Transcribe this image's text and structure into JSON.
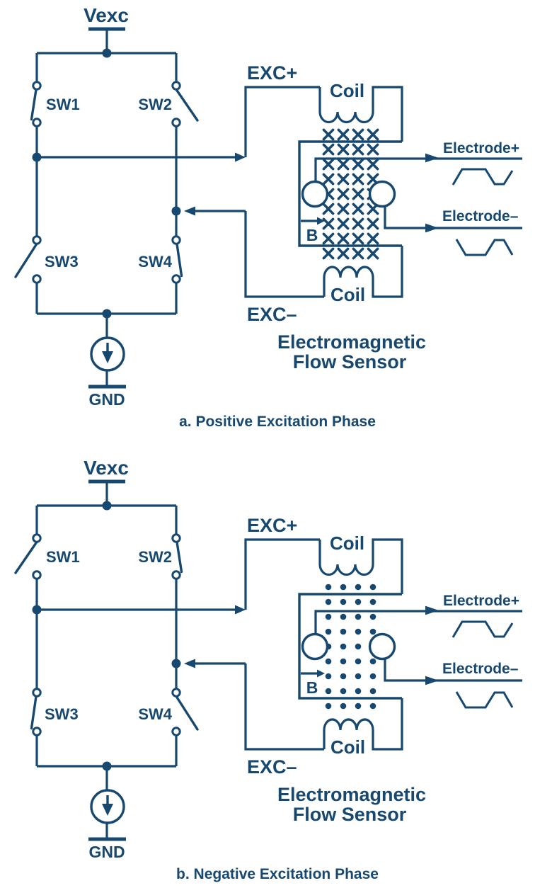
{
  "colors": {
    "ink": "#17486F",
    "background": "#FFFFFF"
  },
  "diagrams": [
    {
      "caption": "a. Positive Excitation Phase",
      "supply_label": "Vexc",
      "ground_label": "GND",
      "switches": [
        {
          "label": "SW1",
          "state": "closed"
        },
        {
          "label": "SW2",
          "state": "open"
        },
        {
          "label": "SW3",
          "state": "open"
        },
        {
          "label": "SW4",
          "state": "closed"
        }
      ],
      "exc_plus_label": "EXC+",
      "exc_minus_label": "EXC–",
      "coil_top_label": "Coil",
      "coil_bottom_label": "Coil",
      "field_label": "B",
      "field_marker": "x-into-page",
      "sensor_name_line1": "Electromagnetic",
      "sensor_name_line2": "Flow Sensor",
      "electrode_plus_label": "Electrode+",
      "electrode_minus_label": "Electrode–",
      "electrode_plus_wave": "positive-trapezoid",
      "electrode_minus_wave": "negative-trapezoid"
    },
    {
      "caption": "b. Negative Excitation Phase",
      "supply_label": "Vexc",
      "ground_label": "GND",
      "switches": [
        {
          "label": "SW1",
          "state": "open"
        },
        {
          "label": "SW2",
          "state": "closed"
        },
        {
          "label": "SW3",
          "state": "closed"
        },
        {
          "label": "SW4",
          "state": "open"
        }
      ],
      "exc_plus_label": "EXC+",
      "exc_minus_label": "EXC–",
      "coil_top_label": "Coil",
      "coil_bottom_label": "Coil",
      "field_label": "B",
      "field_marker": "dot-out-of-page",
      "sensor_name_line1": "Electromagnetic",
      "sensor_name_line2": "Flow Sensor",
      "electrode_plus_label": "Electrode+",
      "electrode_minus_label": "Electrode–",
      "electrode_plus_wave": "positive-trapezoid",
      "electrode_minus_wave": "negative-trapezoid"
    }
  ]
}
